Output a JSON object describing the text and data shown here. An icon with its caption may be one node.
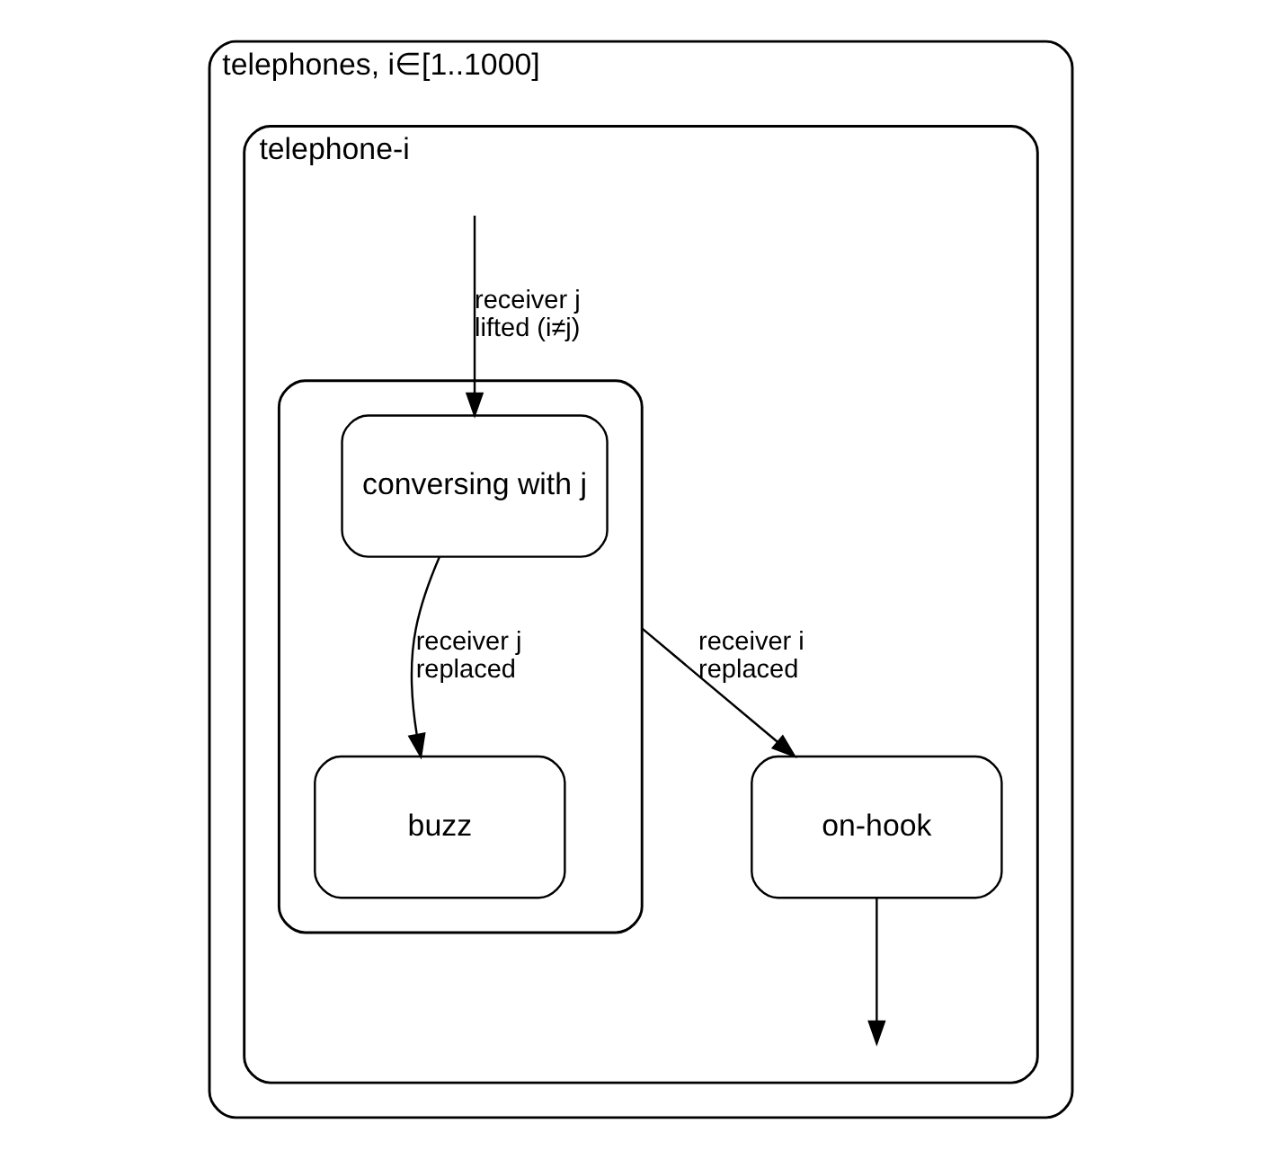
{
  "diagram": {
    "nodes": [
      {
        "text": [
          "telephones, i∈[1..1000]"
        ]
      },
      {
        "text": [
          "telephone-i"
        ],
        "in": 0
      },
      {
        "text": [],
        "shape": "box",
        "in": 1
      },
      {
        "text": [
          "conversing with j"
        ],
        "in": 2
      },
      {
        "text": [
          "buzz"
        ],
        "in": 2
      },
      {
        "text": [
          "on-hook"
        ],
        "in": 1
      }
    ],
    "edges": [
      {
        "from": null,
        "to": 3,
        "arrow": "to",
        "label": "receiver j lifted (i≠j)"
      },
      {
        "from": 3,
        "to": 4,
        "arrow": "to",
        "label": "receiver j replaced"
      },
      {
        "from": 2,
        "to": 5,
        "arrow": "to",
        "label": "receiver i replaced"
      },
      {
        "from": 5,
        "to": null,
        "arrow": "to"
      }
    ]
  }
}
